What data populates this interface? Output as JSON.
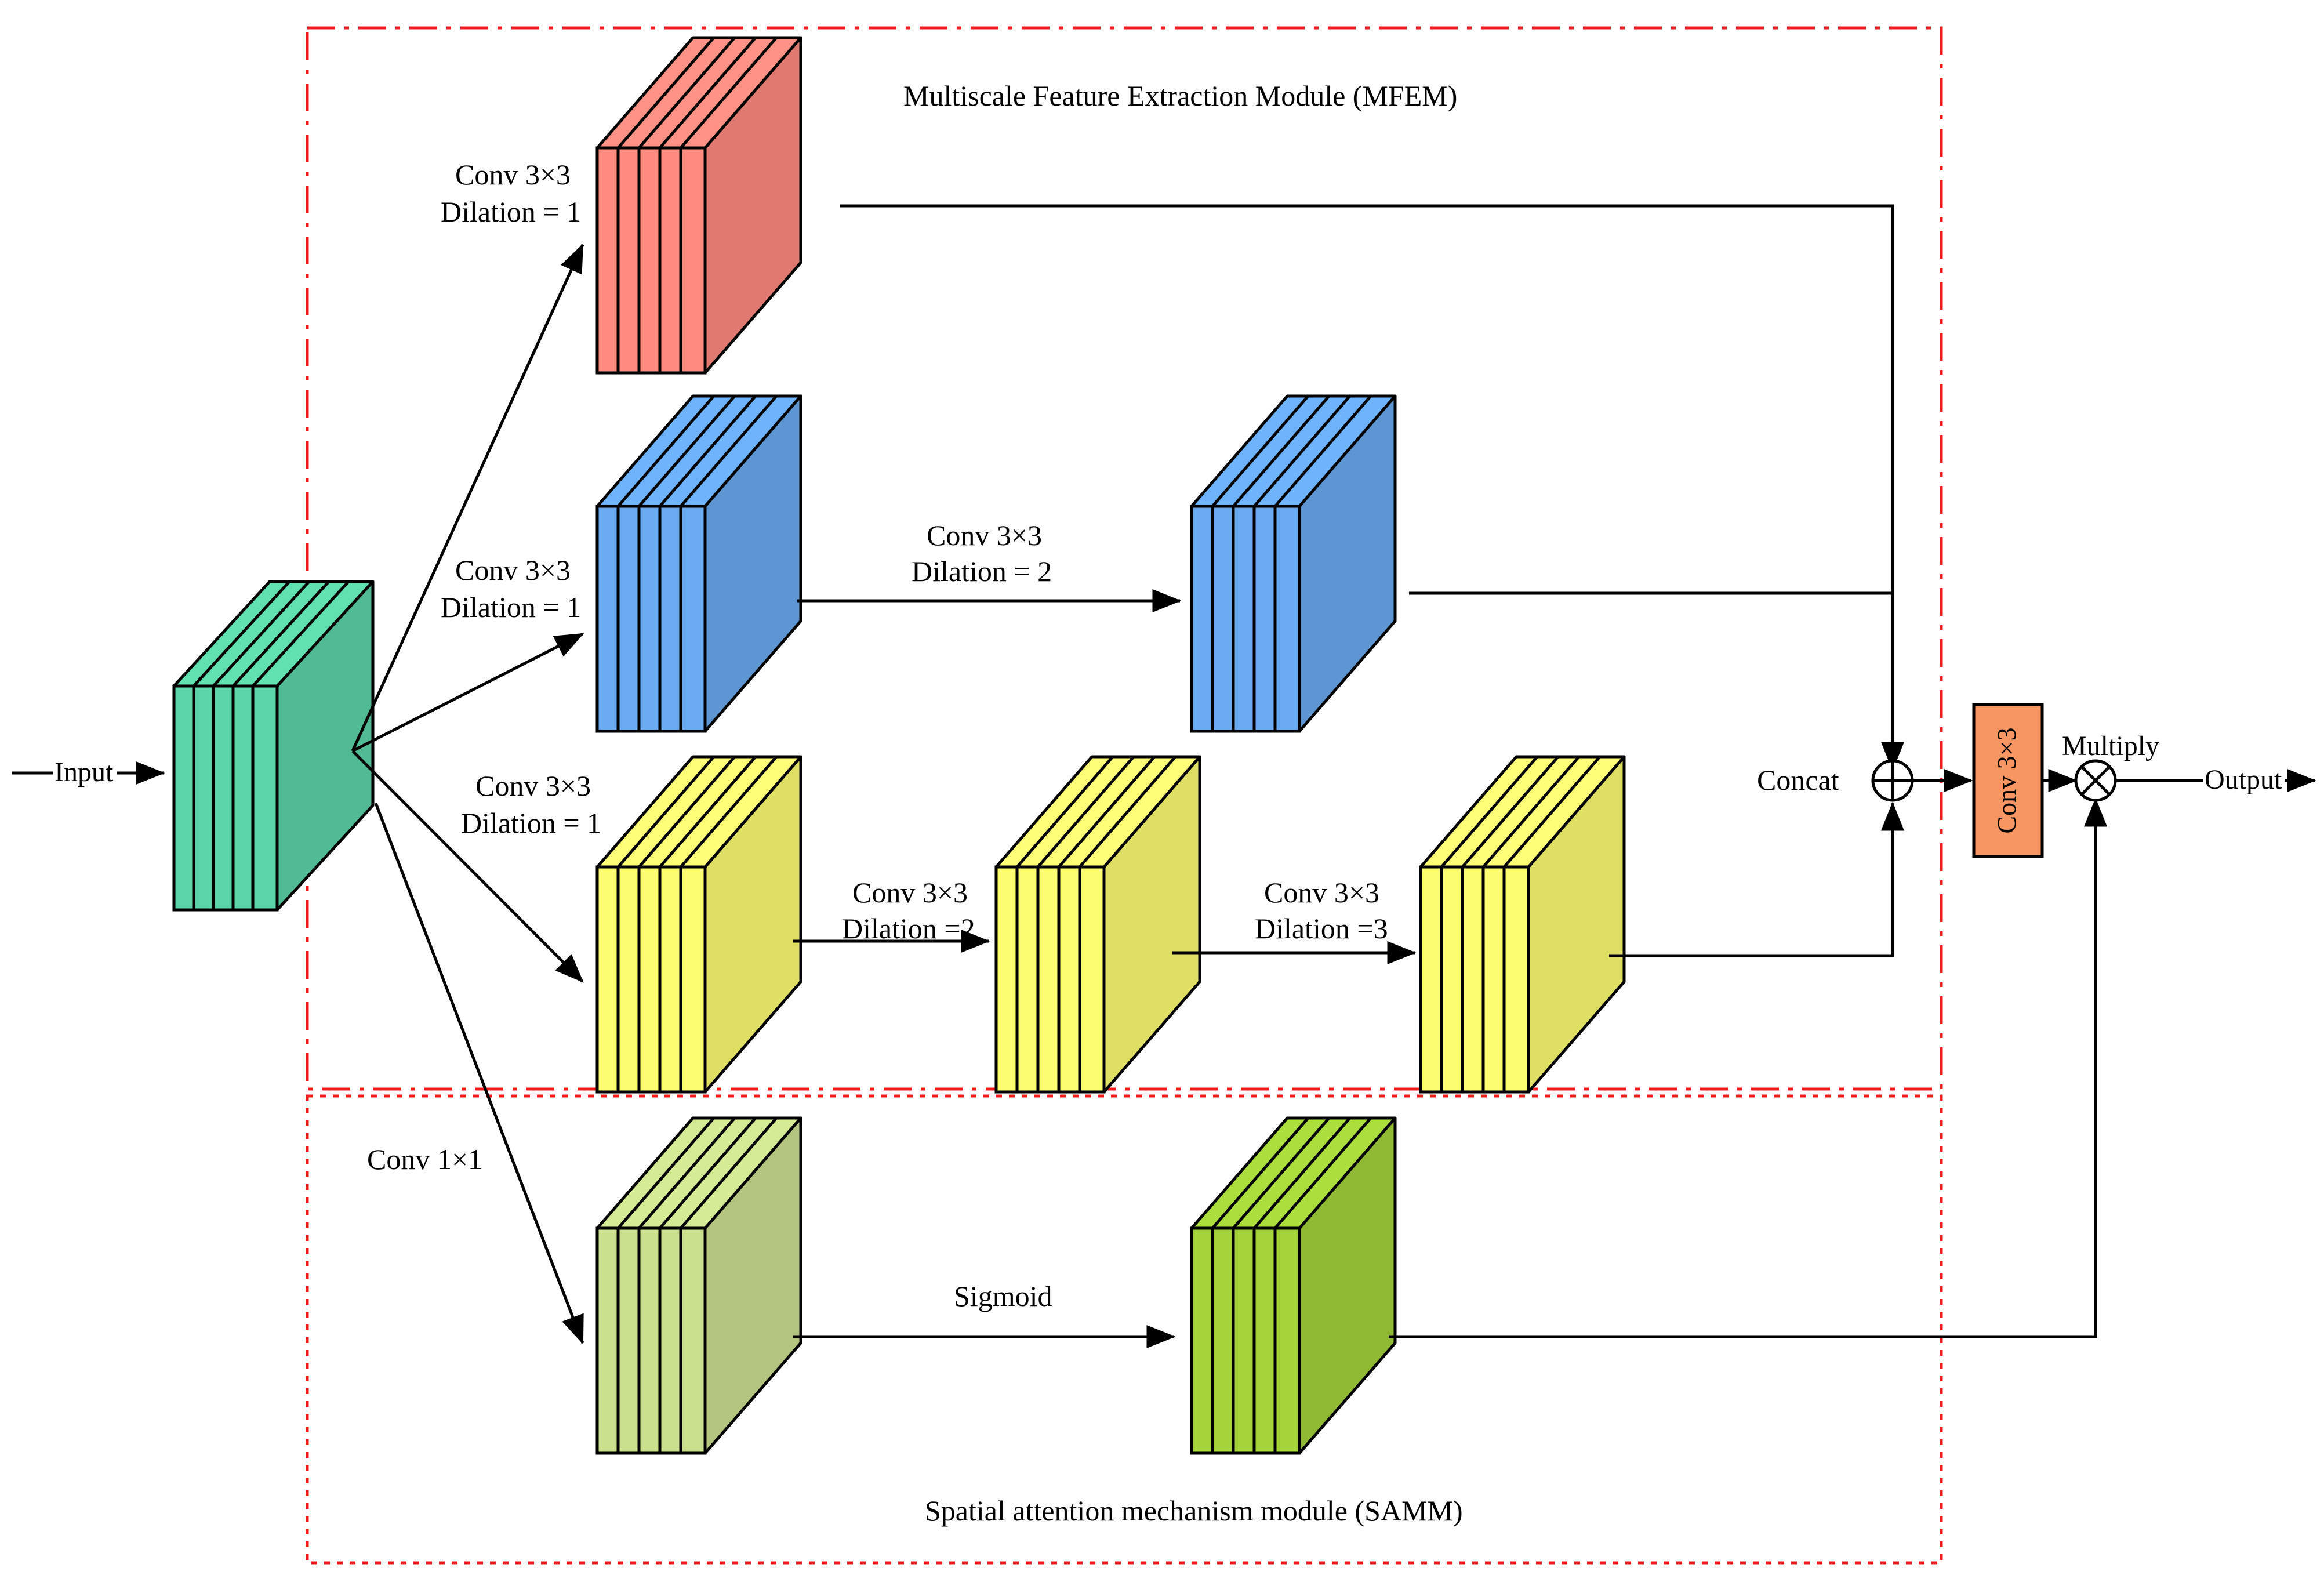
{
  "modules": {
    "mfem": {
      "title": "Multiscale Feature Extraction  Module (MFEM)"
    },
    "samm": {
      "title": "Spatial attention mechanism module (SAMM)"
    }
  },
  "io": {
    "input_label": "Input",
    "output_label": "Output"
  },
  "branches": {
    "branch1": {
      "conv_label": "Conv 3×3",
      "dilation_label": "Dilation = 1"
    },
    "branch2": {
      "conv_label": "Conv 3×3",
      "dilation_label": "Dilation = 1",
      "stage2_conv_label": "Conv 3×3",
      "stage2_dilation_label": "Dilation = 2"
    },
    "branch3": {
      "conv_label": "Conv 3×3",
      "dilation_label": "Dilation = 1",
      "stage2_conv_label": "Conv 3×3",
      "stage2_dilation_label": "Dilation =2",
      "stage3_conv_label": "Conv 3×3",
      "stage3_dilation_label": "Dilation =3"
    },
    "attention": {
      "conv_label": "Conv 1×1",
      "activation_label": "Sigmoid"
    }
  },
  "fusion": {
    "concat_label": "Concat",
    "final_conv_label": "Conv 3×3",
    "multiply_label": "Multiply"
  },
  "colors": {
    "input_block": "#5cd6a8",
    "branch1_block": "#ff8b80",
    "branch2_block": "#6aaaf0",
    "branch3_block": "#fdfd72",
    "attention_conv_block": "#cbe08f",
    "attention_sigmoid_block": "#a4d33a",
    "final_conv_block": "#f79563",
    "module_border": "#ee1c1c"
  }
}
